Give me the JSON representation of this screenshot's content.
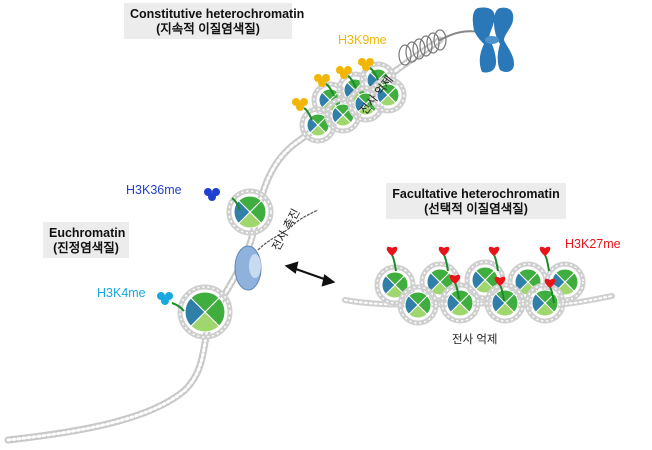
{
  "constitutive": {
    "title": "Constitutive heterochromatin",
    "subtitle": "(지속적 이질염색질)"
  },
  "facultative": {
    "title": "Facultative heterochromatin",
    "subtitle": "(선택적 이질염색질)"
  },
  "euchromatin": {
    "title": "Euchromatin",
    "subtitle": "(진정염색질)"
  },
  "marks": {
    "h3k9me": {
      "label": "H3K9me",
      "color": "#f2b705"
    },
    "h3k36me": {
      "label": "H3K36me",
      "color": "#1f3fd1"
    },
    "h3k4me": {
      "label": "H3K4me",
      "color": "#19a7e0"
    },
    "h3k27me": {
      "label": "H3K27me",
      "color": "#e8141a"
    }
  },
  "notes": {
    "repression_top": "전사 억제",
    "activation": "전사 촉진",
    "repression_bottom": "전사 억제"
  },
  "colors": {
    "histone_green": "#3fae3f",
    "histone_light": "#9fd66e",
    "histone_blue": "#2f7fa8",
    "dna": "#b8b8b8",
    "chromosome": "#2a78b8",
    "polymerase": "#7aa6d6"
  }
}
